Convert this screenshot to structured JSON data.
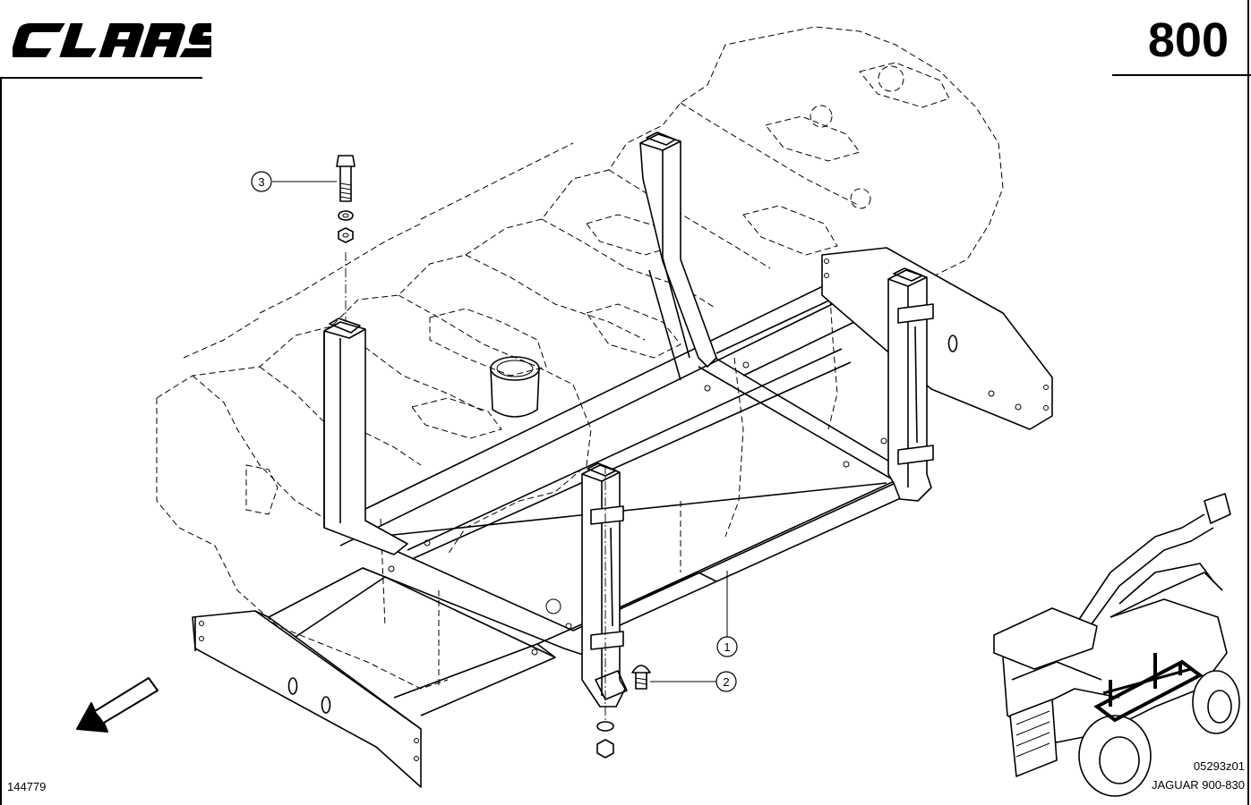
{
  "header": {
    "brand": "CLAAS",
    "page_number": "800"
  },
  "callouts": [
    {
      "label": "1"
    },
    {
      "label": "2"
    },
    {
      "label": "3"
    }
  ],
  "footer": {
    "drawing_number": "144779",
    "image_code": "05293z01",
    "model": "JAGUAR 900-830"
  },
  "icons": {
    "direction": "direction-arrow-icon",
    "inset": "harvester-location-icon"
  }
}
